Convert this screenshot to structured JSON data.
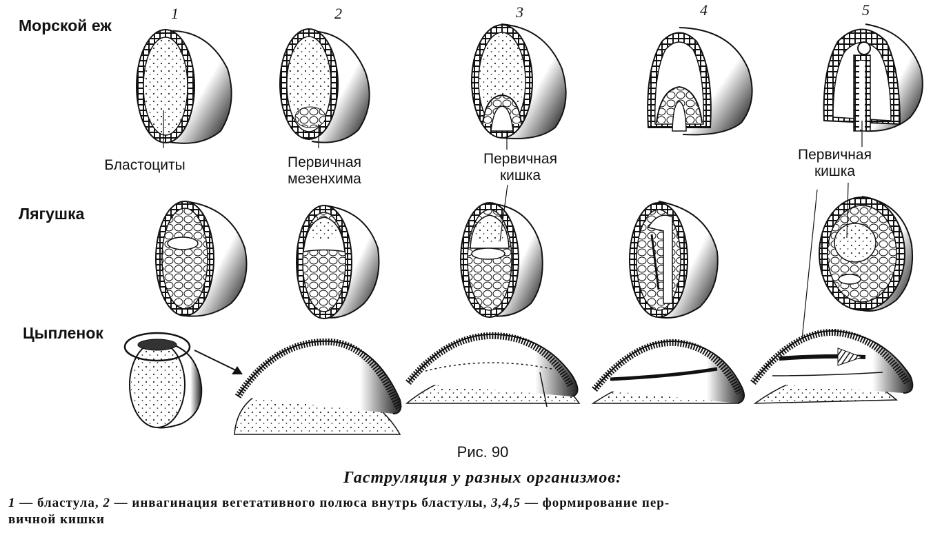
{
  "rows": {
    "sea_urchin": "Морской еж",
    "frog": "Лягушка",
    "chick": "Цыпленок"
  },
  "stage_numbers": [
    "1",
    "2",
    "3",
    "4",
    "5"
  ],
  "labels": {
    "blastocytes": "Бластоциты",
    "primary_mesenchyme_1": "Первичная",
    "primary_mesenchyme_2": "мезенхима",
    "primary_gut_a_1": "Первичная",
    "primary_gut_a_2": "кишка",
    "primary_gut_b_1": "Первичная",
    "primary_gut_b_2": "кишка"
  },
  "figure_number": "Рис. 90",
  "figure_title": "Гаструляция у разных организмов:",
  "caption": {
    "n1": "1",
    "t1": " — бластула, ",
    "n2": "2",
    "t2": " — инвагинация вегетативного полюса внутрь бластулы, ",
    "n3": "3,4,5",
    "t3": " — формирование пер-",
    "line2": "вичной кишки"
  },
  "colors": {
    "ink": "#111111",
    "paper": "#ffffff"
  }
}
